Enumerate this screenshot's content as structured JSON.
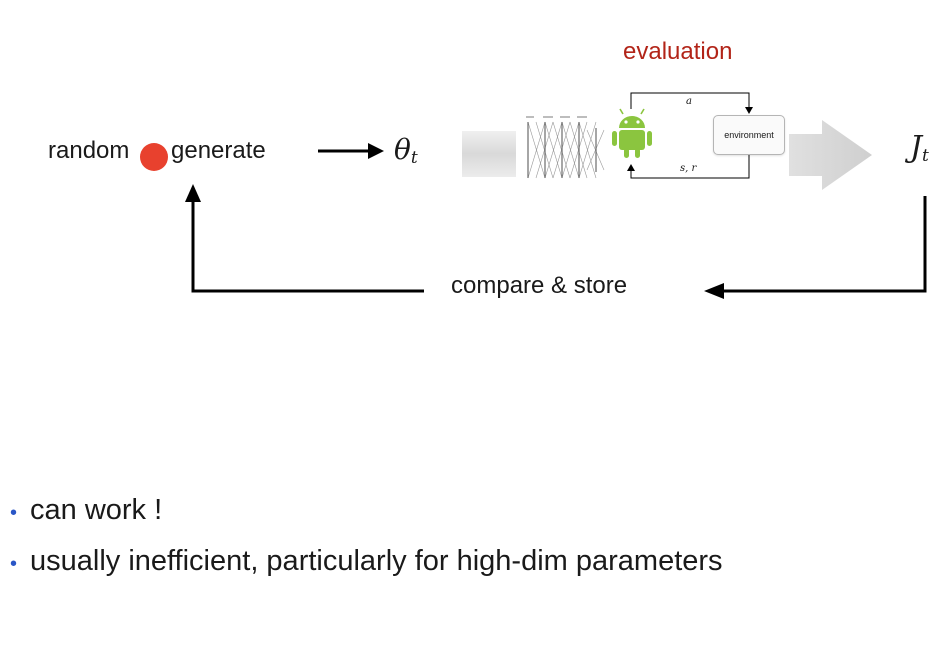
{
  "diagram": {
    "evaluation_title": "evaluation",
    "random_label": "random",
    "generate_label": "generate",
    "theta_symbol": "θ",
    "theta_subscript": "t",
    "result_symbol": "J",
    "result_subscript": "t",
    "environment_label": "environment",
    "action_label": "a",
    "feedback_label": "s, r",
    "compare_label": "compare & store",
    "icons": [
      "red-dot-icon",
      "neural-network-icon",
      "android-robot-icon"
    ],
    "colors": {
      "title_red": "#b22418",
      "dot_red": "#e8412e",
      "android_green": "#8bc53f",
      "bullet_blue": "#2a56c6"
    }
  },
  "bullets": [
    {
      "marker": "•",
      "text": "can work !"
    },
    {
      "marker": "•",
      "text": "usually inefficient, particularly for high-dim parameters"
    }
  ]
}
